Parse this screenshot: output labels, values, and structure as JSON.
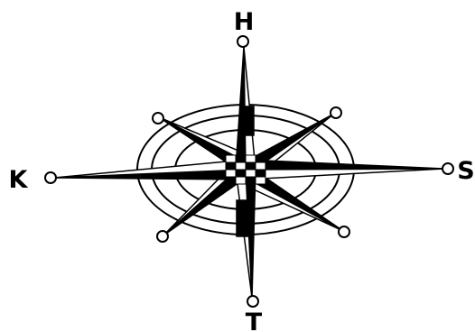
{
  "labels": {
    "north": "H",
    "south": "T",
    "west": "K",
    "east": "S"
  },
  "colors": {
    "ink": "#000000",
    "paper": "#ffffff"
  }
}
